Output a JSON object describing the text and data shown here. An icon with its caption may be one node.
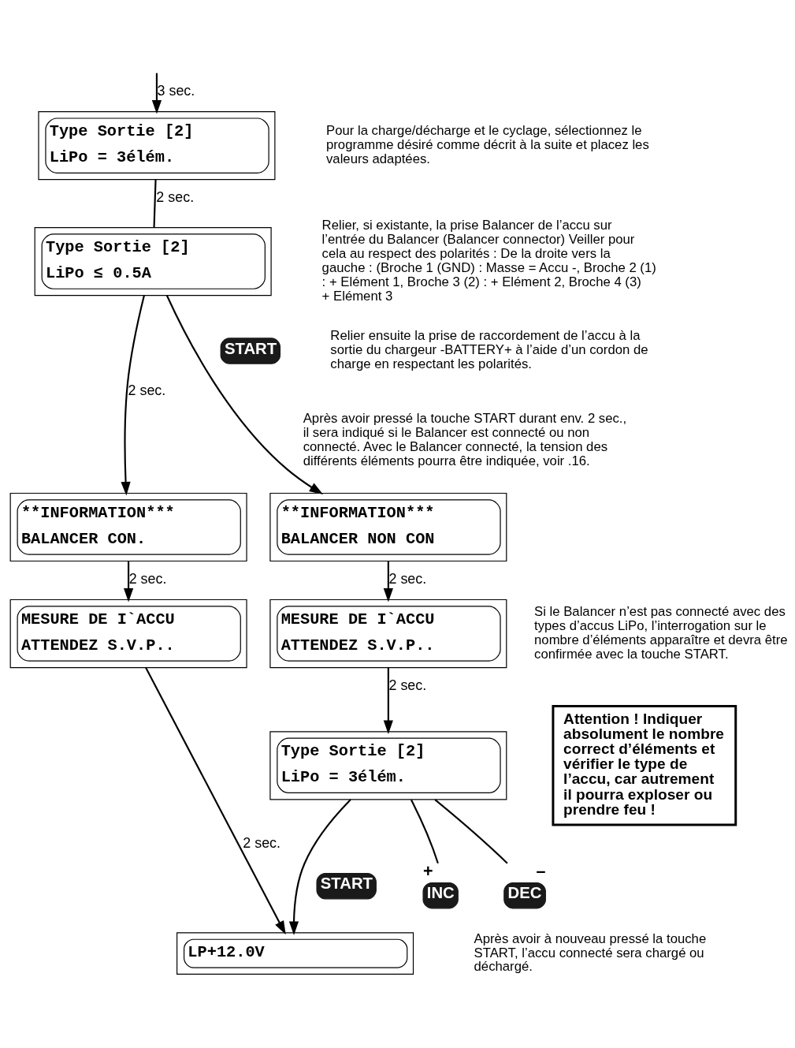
{
  "diagram": {
    "nodes": [
      {
        "text": [
          "Type Sortie [2]",
          "LiPo = 3élém."
        ]
      },
      {
        "text": [
          "Type Sortie [2]",
          "LiPo ≤ 0.5A"
        ]
      },
      {
        "text": [
          "START"
        ]
      },
      {
        "text": [
          "**INFORMATION***",
          "BALANCER CON."
        ]
      },
      {
        "text": [
          "**INFORMATION***",
          "BALANCER NON CON"
        ]
      },
      {
        "text": [
          "MESURE DE I`ACCU",
          "ATTENDEZ S.V.P.."
        ]
      },
      {
        "text": [
          "MESURE DE I`ACCU",
          "ATTENDEZ S.V.P.."
        ]
      },
      {
        "text": [
          "Type Sortie [2]",
          "LiPo = 3élém."
        ]
      },
      {
        "text": [
          "Attention ! Indiquer absolument le nombre correct d’éléments et vérifier le type de l’accu, car autrement il pourra exploser ou prendre feu !"
        ]
      },
      {
        "text": [
          "INC"
        ],
        "beside": [
          "+"
        ]
      },
      {
        "text": [
          "DEC"
        ],
        "beside": [
          "–"
        ]
      },
      {
        "text": [
          "START"
        ]
      },
      {
        "text": [
          "LP+12.0V"
        ]
      }
    ],
    "edges": [
      {
        "from": null,
        "to": 0,
        "arrow": "to",
        "label": "3 sec."
      },
      {
        "from": 0,
        "to": 1,
        "arrow": "none",
        "label": "2 sec."
      },
      {
        "from": 1,
        "to": 3,
        "arrow": "to",
        "label": "2 sec."
      },
      {
        "from": 1,
        "to": 4,
        "arrow": "to"
      },
      {
        "from": 3,
        "to": 5,
        "arrow": "to",
        "label": "2 sec."
      },
      {
        "from": 4,
        "to": 6,
        "arrow": "to",
        "label": "2 sec."
      },
      {
        "from": 6,
        "to": 7,
        "arrow": "to",
        "label": "2 sec."
      },
      {
        "from": 5,
        "to": 12,
        "arrow": "to",
        "label": "2 sec."
      },
      {
        "from": 7,
        "to": 12,
        "arrow": "to"
      },
      {
        "from": 9,
        "to": 7,
        "arrow": "none"
      },
      {
        "from": 10,
        "to": 7,
        "arrow": "none"
      }
    ],
    "labels": [
      "Pour la charge/décharge et le cyclage, sélectionnez le programme désiré comme décrit à la suite et placez les valeurs adaptées.",
      "Relier, si existante, la prise Balancer de l’accu sur l’entrée du Balancer (Balancer connector) Veiller pour cela au respect des polarités : De la droite vers la gauche : (Broche 1 (GND) : Masse = Accu -, Broche 2 (1) : + Elément 1, Broche 3 (2) : + Elément 2, Broche 4 (3) + Elément 3",
      "Relier ensuite la prise de raccordement de l’accu à la sortie du chargeur -BATTERY+ à l’aide d’un cordon de charge en respectant les polarités.",
      "Après avoir pressé la touche START durant env. 2 sec., il sera indiqué si le Balancer est connecté ou non connecté. Avec le Balancer connecté, la tension des différents éléments pourra être indiquée, voir .16.",
      "Si le Balancer n’est pas connecté avec des types d’accus LiPo, l’interrogation sur le nombre d’éléments apparaître et devra être confirmée avec la touche START.",
      "Après avoir à nouveau pressé la touche START, l’accu connecté sera chargé ou déchargé."
    ]
  }
}
